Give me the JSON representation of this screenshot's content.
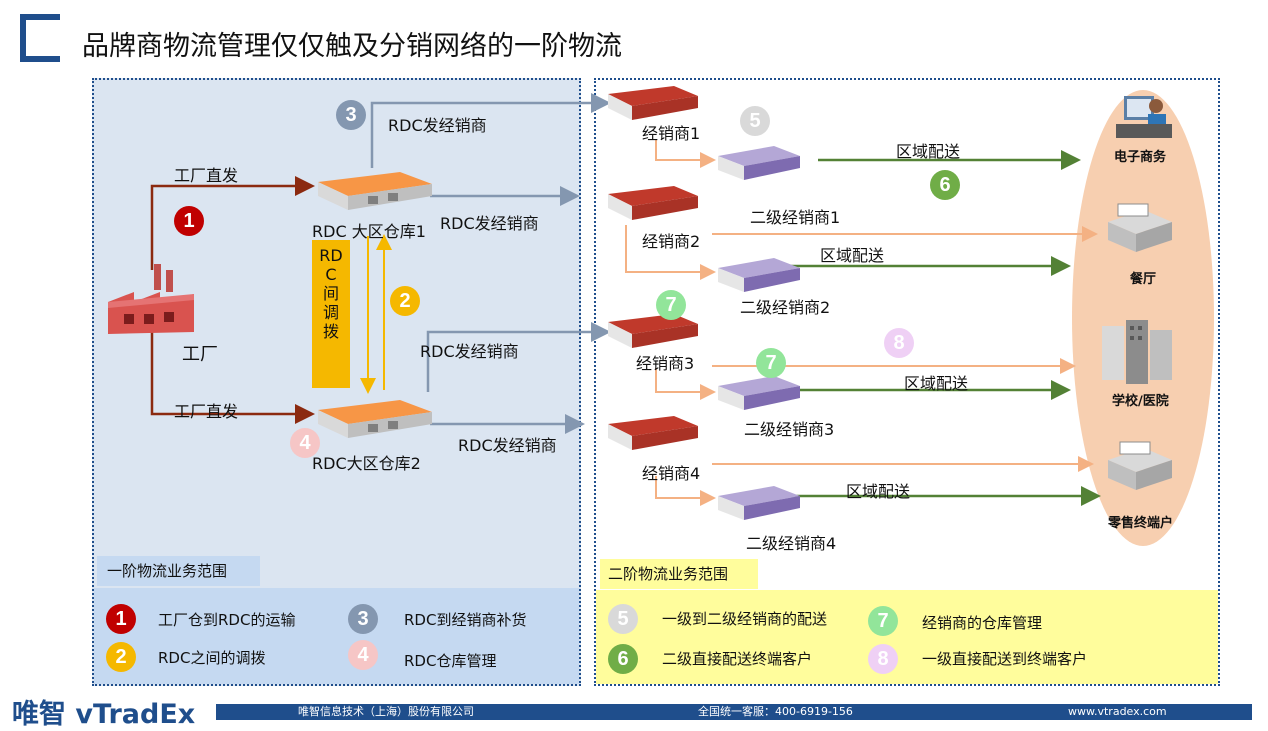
{
  "title": "品牌商物流管理仅仅触及分销网络的一阶物流",
  "labels": {
    "factory": "工厂",
    "factory_direct_1": "工厂直发",
    "factory_direct_2": "工厂直发",
    "rdc1": "RDC 大区仓库1",
    "rdc2": "RDC大区仓库2",
    "rdc_to_dealer_top": "RDC发经销商",
    "rdc_to_dealer_mid": "RDC发经销商",
    "rdc_to_dealer_low": "RDC发经销商",
    "rdc_to_dealer_bottom": "RDC发经销商",
    "rdc_transfer_lines": [
      "RD",
      "C",
      "间",
      "调",
      "拨"
    ],
    "dealer1": "经销商1",
    "dealer2": "经销商2",
    "dealer3": "经销商3",
    "dealer4": "经销商4",
    "sub1": "二级经销商1",
    "sub2": "二级经销商2",
    "sub3": "二级经销商3",
    "sub4": "二级经销商4",
    "region1": "区域配送",
    "region2": "区域配送",
    "region3": "区域配送",
    "region4": "区域配送",
    "end_ecommerce": "电子商务",
    "end_restaurant": "餐厅",
    "end_school": "学校/医院",
    "end_retail": "零售终端户"
  },
  "scope": {
    "left": "一阶物流业务范围",
    "right": "二阶物流业务范围"
  },
  "legend": [
    {
      "num": "1",
      "text": "工厂仓到RDC的运输"
    },
    {
      "num": "3",
      "text": "RDC到经销商补货"
    },
    {
      "num": "2",
      "text": "RDC之间的调拨"
    },
    {
      "num": "4",
      "text": "RDC仓库管理"
    },
    {
      "num": "5",
      "text": "一级到二级经销商的配送"
    },
    {
      "num": "7",
      "text": "经销商的仓库管理"
    },
    {
      "num": "6",
      "text": "二级直接配送终端客户"
    },
    {
      "num": "8",
      "text": "一级直接配送到终端客户"
    }
  ],
  "badges": {
    "n1": "1",
    "n2": "2",
    "n3": "3",
    "n4": "4",
    "n5": "5",
    "n6": "6",
    "n7a": "7",
    "n7b": "7",
    "n8": "8"
  },
  "footer": {
    "logo": "唯智 vTradEx",
    "company": "唯智信息技术（上海）股份有限公司",
    "hotline": "全国统一客服：400-6919-156",
    "website": "www.vtradex.com"
  },
  "colors": {
    "brand": "#1f4e8c",
    "flow_factory": "#8b2a10",
    "flow_rdc": "#8497b0",
    "flow_dealer": "#f4b183",
    "flow_region": "#538135",
    "transfer": "#f5b800"
  }
}
